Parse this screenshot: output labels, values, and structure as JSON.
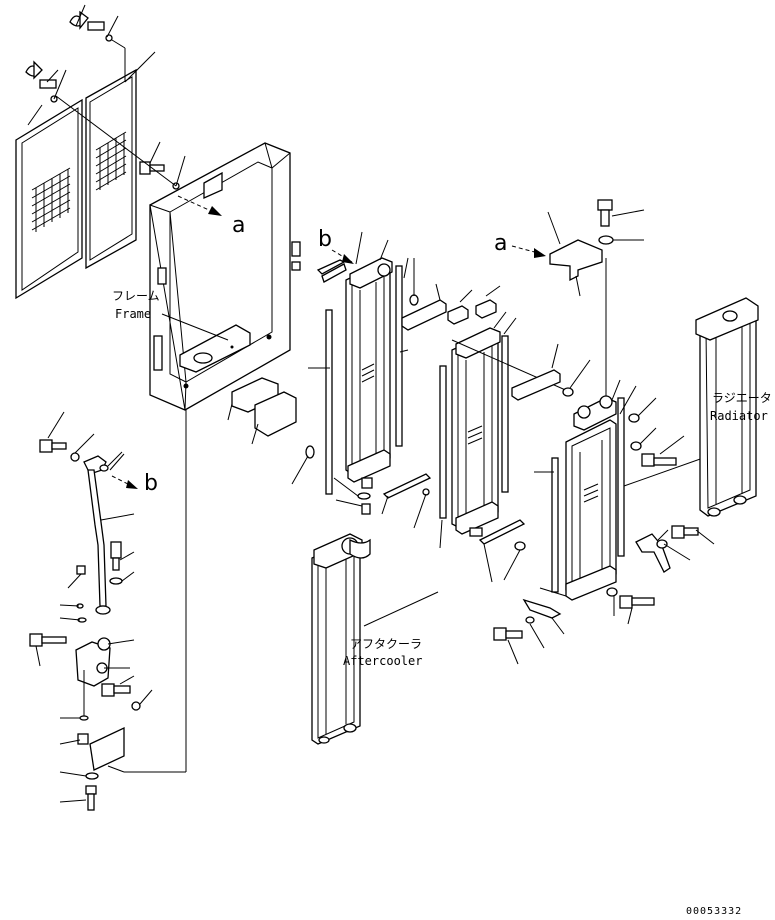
{
  "labels": {
    "frame_jp": "フレーム",
    "frame_en": "Frame",
    "radiator_jp": "ラジエータ",
    "radiator_en": "Radiator",
    "aftercooler_jp": "アフタクーラ",
    "aftercooler_en": "Aftercooler"
  },
  "callouts": {
    "a_frame": "a",
    "b_left": "b",
    "b_core": "b",
    "a_right": "a"
  },
  "drawing_number": "00053332"
}
